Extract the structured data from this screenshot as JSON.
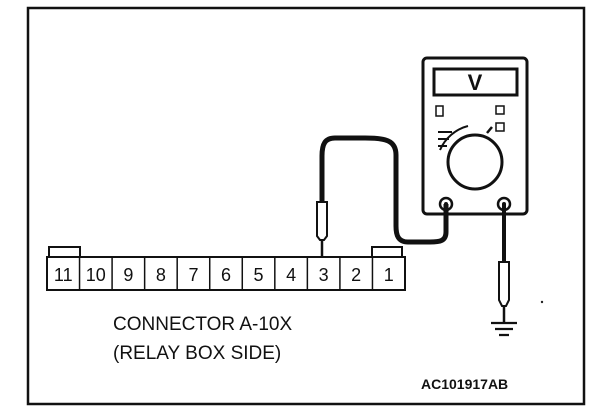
{
  "connector": {
    "name_line1": "CONNECTOR A-10X",
    "name_line2": "(RELAY BOX SIDE)",
    "pins": [
      "11",
      "10",
      "9",
      "8",
      "7",
      "6",
      "5",
      "4",
      "3",
      "2",
      "1"
    ]
  },
  "meter": {
    "display": "V"
  },
  "figure_id": "AC101917AB"
}
